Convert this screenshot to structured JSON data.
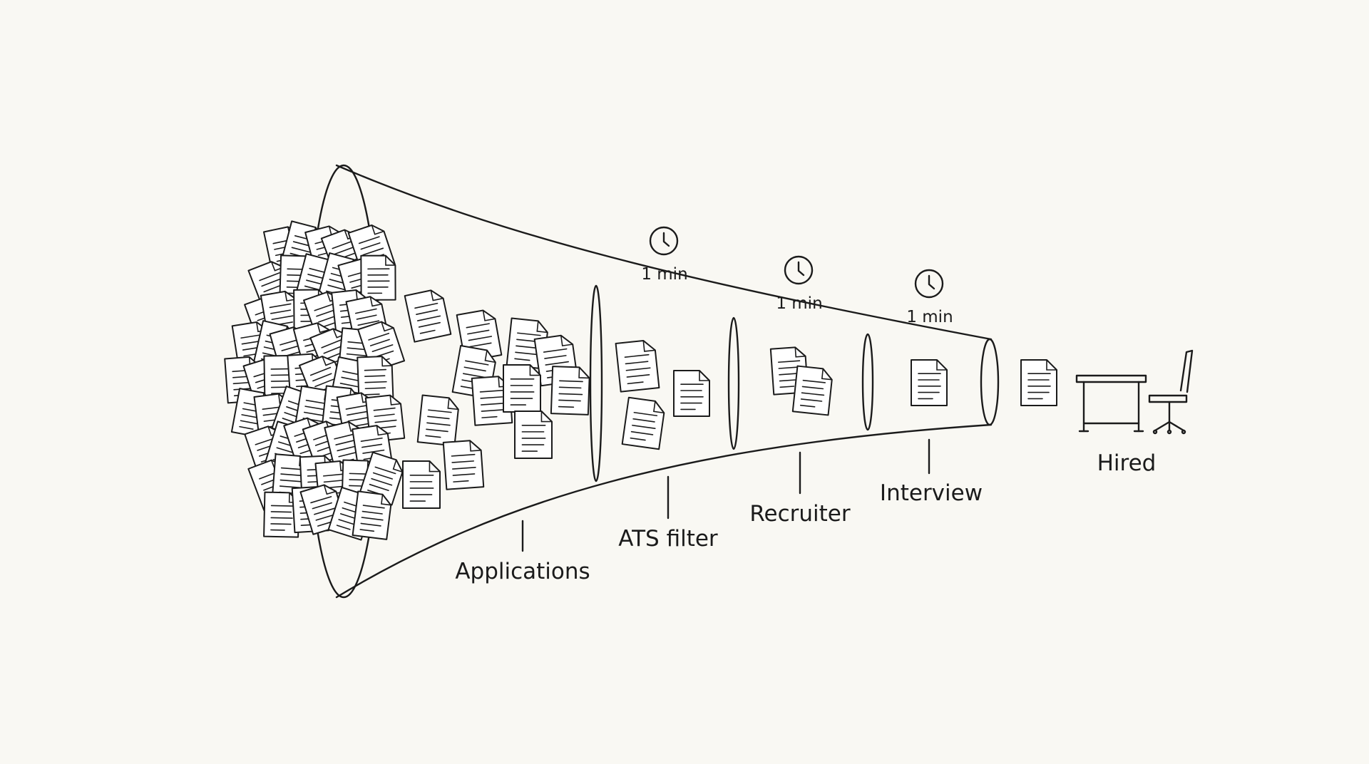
{
  "stages": [
    {
      "id": "applications",
      "label": "Applications"
    },
    {
      "id": "ats-filter",
      "label": "ATS filter",
      "time": "1 min"
    },
    {
      "id": "recruiter",
      "label": "Recruiter",
      "time": "1 min"
    },
    {
      "id": "interview",
      "label": "Interview",
      "time": "1 min"
    },
    {
      "id": "hired",
      "label": "Hired"
    }
  ],
  "colors": {
    "background": "#f9f8f3",
    "ink": "#1b1b1b",
    "paper": "#ffffff"
  },
  "icons": [
    "document-icon",
    "clock-icon",
    "desk-icon",
    "office-chair-icon"
  ]
}
